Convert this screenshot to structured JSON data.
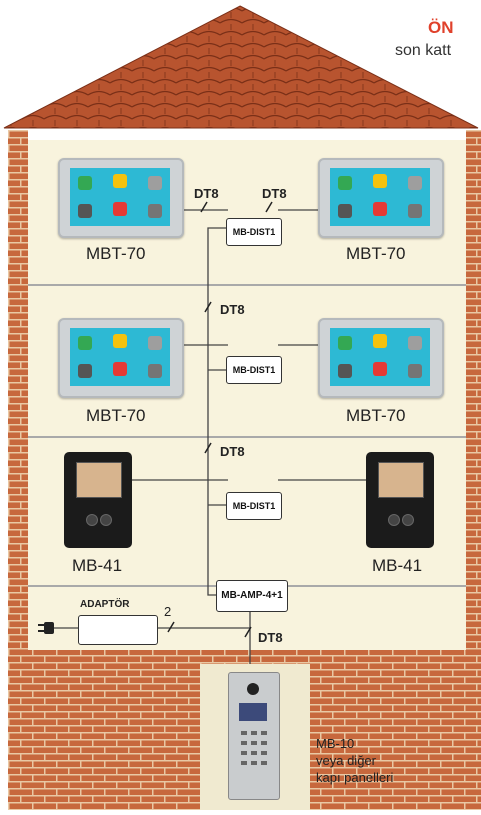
{
  "header": {
    "red_text": "ÖN",
    "sub_text": "son katt"
  },
  "floors": [
    {
      "left_label": "MBT-70",
      "right_label": "MBT-70",
      "distributor": "MB-DIST1",
      "cable_left": "DT8",
      "cable_right": "DT8"
    },
    {
      "left_label": "MBT-70",
      "right_label": "MBT-70",
      "distributor": "MB-DIST1",
      "riser_cable": "DT8"
    },
    {
      "left_label": "MB-41",
      "right_label": "MB-41",
      "distributor": "MB-DIST1",
      "riser_cable": "DT8"
    }
  ],
  "amplifier": "MB-AMP-4+1",
  "adapter": {
    "label": "ADAPTÖR",
    "wires": "2"
  },
  "door_cable": "DT8",
  "door_panel": {
    "line1": "MB-10",
    "line2": "veya diğer",
    "line3": "kapı panelleri"
  },
  "colors": {
    "roof": "#b8542f",
    "brick": "#c7683d",
    "wall": "#f8f3dd",
    "header_red": "#e0412b"
  }
}
